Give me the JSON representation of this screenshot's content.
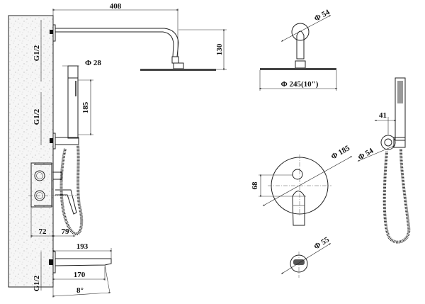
{
  "dimensions": {
    "arm_length": "408",
    "arm_drop": "130",
    "handset_diameter": "Φ 28",
    "handset_length": "185",
    "thread_top": "G1/2",
    "thread_middle": "G1/2",
    "thread_bottom": "G1/2",
    "mixer_depth": "72",
    "mixer_projection": "79",
    "spout_length": "193",
    "spout_reach": "170",
    "spout_angle": "8°",
    "arm_flange_diameter": "Φ 54",
    "head_diameter": "Φ 245(10\")",
    "plate_diameter": "Φ 185",
    "knob_offset": "68",
    "holder_flange_diameter": "Φ 54",
    "holder_offset": "41",
    "spout_flange_diameter": "Φ 55"
  },
  "colors": {
    "line": "#222222",
    "wall": "#f4f4f4"
  }
}
